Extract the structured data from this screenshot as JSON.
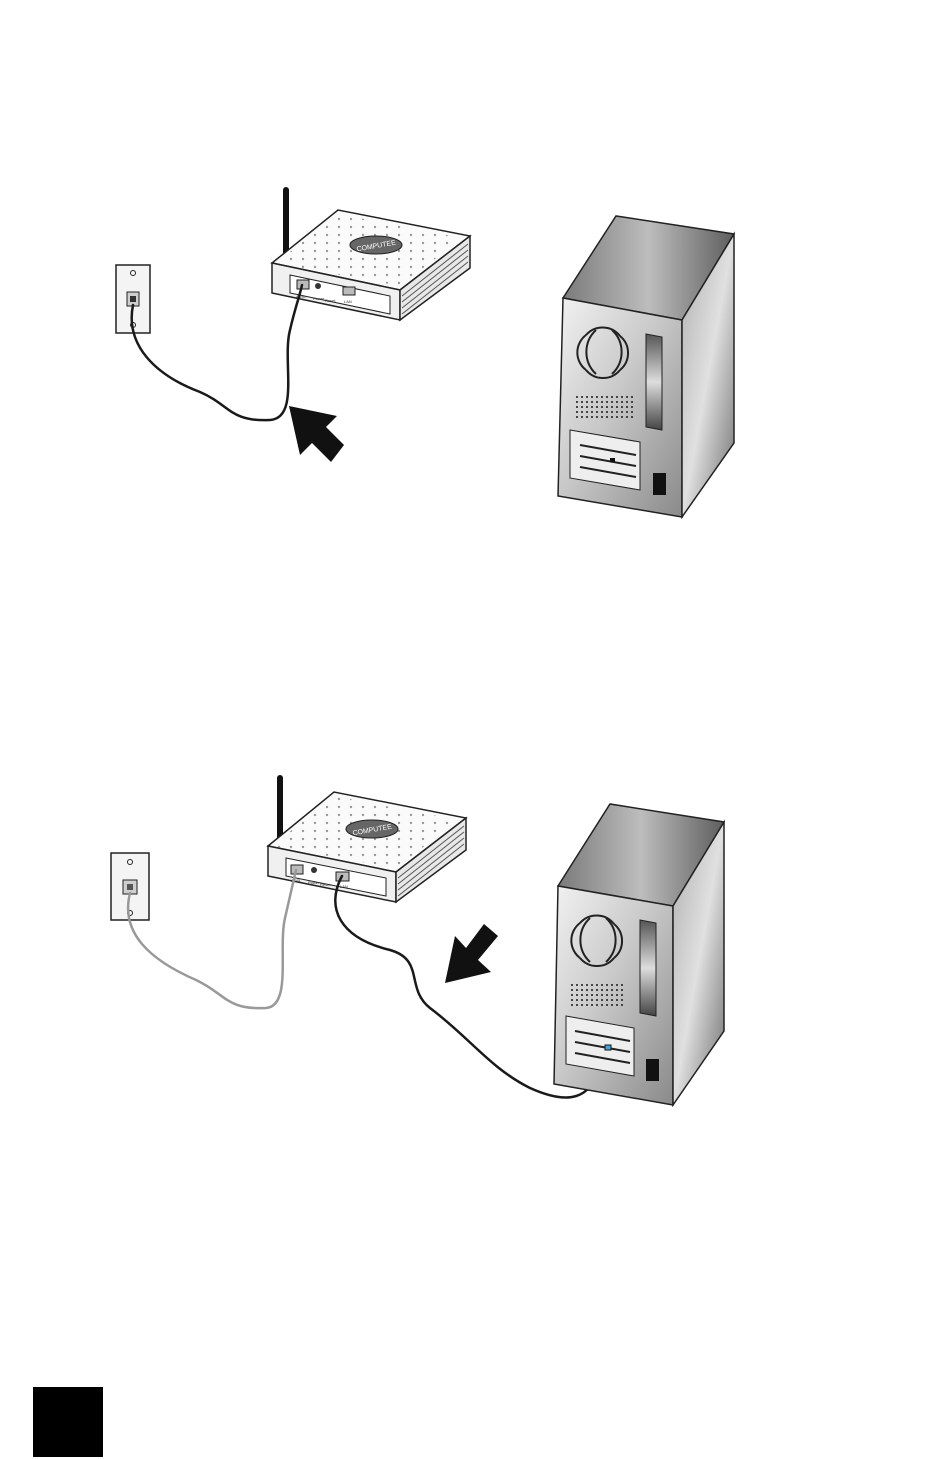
{
  "router": {
    "logo": "COMPUTEE",
    "ports": [
      "ADSL",
      "Power",
      "Reset",
      "LAN"
    ]
  },
  "diagram": {
    "step1": {
      "cable_connected": "adsl-to-wall",
      "arrow": "up-left"
    },
    "step2": {
      "cable_connected": "lan-to-computer",
      "arrow": "down-left"
    }
  },
  "colors": {
    "cable_active": "#1a1a1a",
    "cable_previous": "#999999",
    "page_block": "#000000"
  }
}
